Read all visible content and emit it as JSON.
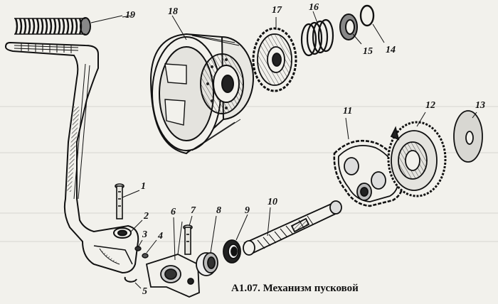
{
  "caption": "А1.07. Механизм пусковой",
  "parts": [
    {
      "number": "1",
      "name": "bolt"
    },
    {
      "number": "2",
      "name": "lever-clamp"
    },
    {
      "number": "3",
      "name": "washer"
    },
    {
      "number": "4",
      "name": "nut"
    },
    {
      "number": "5",
      "name": "circlip"
    },
    {
      "number": "6",
      "name": "clamp"
    },
    {
      "number": "7",
      "name": "bolt"
    },
    {
      "number": "8",
      "name": "bushing"
    },
    {
      "number": "9",
      "name": "seal"
    },
    {
      "number": "10",
      "name": "shaft"
    },
    {
      "number": "11",
      "name": "sector-gear"
    },
    {
      "number": "12",
      "name": "ratchet"
    },
    {
      "number": "13",
      "name": "washer"
    },
    {
      "number": "14",
      "name": "ring"
    },
    {
      "number": "15",
      "name": "washer"
    },
    {
      "number": "16",
      "name": "spring"
    },
    {
      "number": "17",
      "name": "gear"
    },
    {
      "number": "18",
      "name": "housing-drum"
    },
    {
      "number": "19",
      "name": "return-spring"
    }
  ],
  "colors": {
    "ink": "#111111",
    "paper": "#f2f1ec",
    "shade": "#cfcfca"
  }
}
